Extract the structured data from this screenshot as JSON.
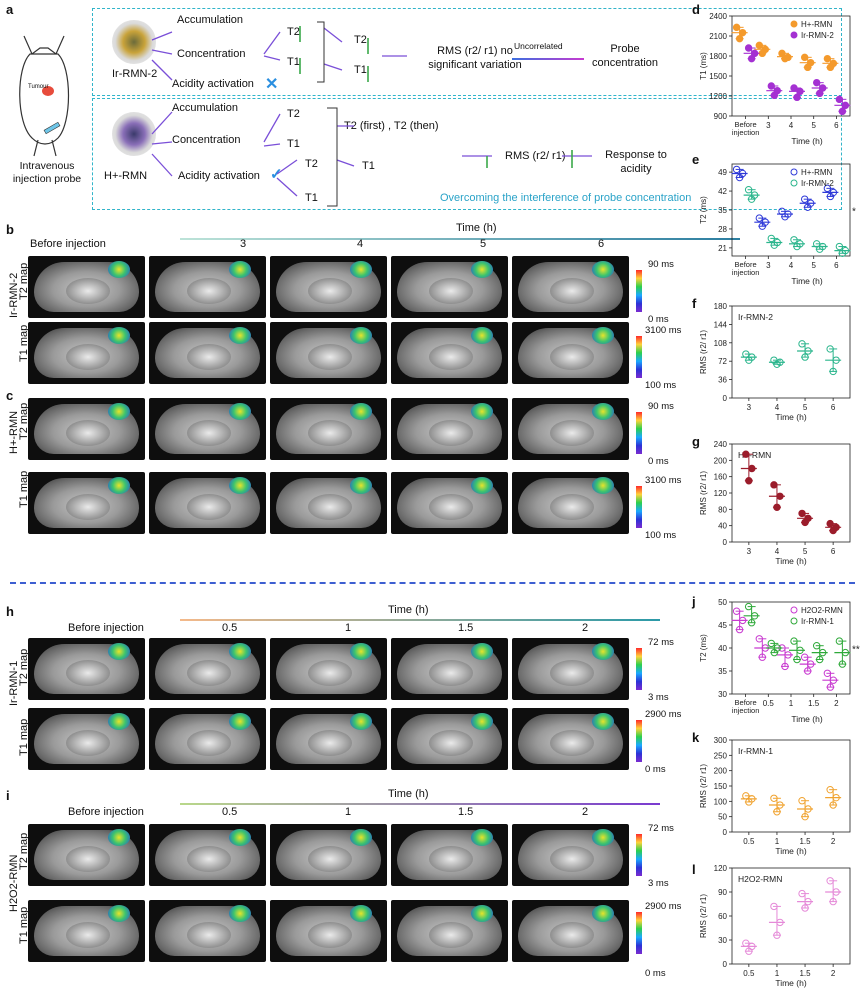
{
  "panels": {
    "a": "a",
    "b": "b",
    "c": "c",
    "d": "d",
    "e": "e",
    "f": "f",
    "g": "g",
    "h": "h",
    "i": "i",
    "j": "j",
    "k": "k",
    "l": "l"
  },
  "schematic": {
    "mouse_labels": {
      "tumour": "Tumour",
      "injection": "Intravenous injection probe"
    },
    "top": {
      "probe": "Ir-RMN-2",
      "accumulation": "Accumulation",
      "concentration": "Concentration",
      "acidity": "Acidity activation",
      "t2": "T2",
      "t1": "T1",
      "rms": "RMS (r2/ r1) no significant variation",
      "uncorrelated": "Uncorrelated",
      "outcome": "Probe concentration"
    },
    "bottom": {
      "probe": "H+-RMN",
      "accumulation": "Accumulation",
      "concentration": "Concentration",
      "acidity": "Acidity activation",
      "t2": "T2",
      "t1": "T1",
      "sequence": "T2 (first) , T2 (then)",
      "rms": "RMS (r2/ r1)",
      "outcome": "Response to acidity",
      "note": "Overcoming the interference of probe concentration"
    },
    "colors": {
      "border": "#31b4c9",
      "note": "#2aa3c8"
    }
  },
  "image_rows": {
    "time_title": "Time (h)",
    "bc_columns": [
      "Before injection",
      "3",
      "4",
      "5",
      "6"
    ],
    "hi_columns": [
      "Before injection",
      "0.5",
      "1",
      "1.5",
      "2"
    ],
    "b_group": "Ir-RMN-2",
    "c_group": "H+-RMN",
    "h_group": "Ir-RMN-1",
    "i_group": "H2O2-RMN",
    "t2_map": "T2 map",
    "t1_map": "T1 map",
    "bc_t2_scale": [
      "90 ms",
      "0 ms"
    ],
    "bc_t1_scale": [
      "3100 ms",
      "100 ms"
    ],
    "hi_t2_scale": [
      "72 ms",
      "3 ms"
    ],
    "hi_t1_scale": [
      "2900 ms",
      "0 ms"
    ]
  },
  "chart_data": [
    {
      "id": "d",
      "type": "scatter",
      "xlabel": "Time (h)",
      "ylabel": "T1 (ms)",
      "categories": [
        "Before injection",
        "3",
        "4",
        "5",
        "6"
      ],
      "ylim": [
        900,
        2400
      ],
      "yticks": [
        900,
        1200,
        1500,
        1800,
        2100,
        2400
      ],
      "series": [
        {
          "name": "H+-RMN",
          "color": "#f49a2c",
          "mean": [
            2150,
            1900,
            1790,
            1700,
            1690
          ],
          "points": [
            [
              2230,
              2150,
              2060
            ],
            [
              1960,
              1900,
              1840
            ],
            [
              1840,
              1780,
              1760
            ],
            [
              1780,
              1700,
              1630
            ],
            [
              1760,
              1690,
              1630
            ]
          ]
        },
        {
          "name": "Ir-RMN-2",
          "color": "#a431d2",
          "mean": [
            1840,
            1280,
            1270,
            1320,
            1060
          ],
          "points": [
            [
              1920,
              1840,
              1760
            ],
            [
              1350,
              1280,
              1210
            ],
            [
              1320,
              1270,
              1180
            ],
            [
              1400,
              1320,
              1240
            ],
            [
              1150,
              1060,
              970
            ]
          ]
        }
      ]
    },
    {
      "id": "e",
      "type": "scatter",
      "xlabel": "Time (h)",
      "ylabel": "T2 (ms)",
      "categories": [
        "Before injection",
        "3",
        "4",
        "5",
        "6"
      ],
      "ylim": [
        18,
        52
      ],
      "yticks": [
        21,
        28,
        35,
        42,
        49
      ],
      "annotation": "*",
      "series": [
        {
          "name": "H+-RMN",
          "color": "#2f3ad8",
          "mean": [
            48.5,
            30.5,
            33.5,
            37.5,
            41.5
          ],
          "points": [
            [
              50,
              48.5,
              47
            ],
            [
              32,
              30.5,
              29
            ],
            [
              34.5,
              33.5,
              32.5
            ],
            [
              39,
              37.5,
              36
            ],
            [
              43,
              41.5,
              40
            ]
          ]
        },
        {
          "name": "Ir-RMN-2",
          "color": "#2ab58c",
          "mean": [
            40.5,
            23,
            22.5,
            21.5,
            20
          ],
          "points": [
            [
              42.5,
              40.5,
              39
            ],
            [
              24.5,
              23,
              22
            ],
            [
              24,
              22.5,
              21.5
            ],
            [
              22.5,
              21.5,
              20.5
            ],
            [
              21.5,
              20,
              19
            ]
          ]
        }
      ]
    },
    {
      "id": "f",
      "type": "scatter",
      "title": "Ir-RMN-2",
      "xlabel": "Time (h)",
      "ylabel": "RMS (r2/ r1)",
      "categories": [
        "3",
        "4",
        "5",
        "6"
      ],
      "ylim": [
        0,
        180
      ],
      "yticks": [
        0,
        36,
        72,
        108,
        144,
        180
      ],
      "series": [
        {
          "name": "Ir-RMN-2",
          "color": "#2ab58c",
          "mean": [
            80,
            70,
            92,
            74
          ],
          "points": [
            [
              86,
              80,
              74
            ],
            [
              74,
              70,
              66
            ],
            [
              106,
              92,
              80
            ],
            [
              96,
              74,
              52
            ]
          ]
        }
      ]
    },
    {
      "id": "g",
      "type": "scatter",
      "title": "H+-RMN",
      "xlabel": "Time (h)",
      "ylabel": "RMS (r2/ r1)",
      "categories": [
        "3",
        "4",
        "5",
        "6"
      ],
      "ylim": [
        0,
        240
      ],
      "yticks": [
        0,
        40,
        80,
        120,
        160,
        200,
        240
      ],
      "series": [
        {
          "name": "H+-RMN",
          "color": "#9b1c2b",
          "mean": [
            180,
            112,
            58,
            36
          ],
          "points": [
            [
              215,
              180,
              150
            ],
            [
              140,
              112,
              85
            ],
            [
              70,
              58,
              48
            ],
            [
              45,
              36,
              28
            ]
          ]
        }
      ]
    },
    {
      "id": "j",
      "type": "scatter",
      "xlabel": "Time (h)",
      "ylabel": "T2 (ms)",
      "categories": [
        "Before injection",
        "0.5",
        "1",
        "1.5",
        "2"
      ],
      "ylim": [
        30,
        50
      ],
      "yticks": [
        30,
        35,
        40,
        45,
        50
      ],
      "annotation": "**",
      "series": [
        {
          "name": "H2O2-RMN",
          "color": "#c83ad0",
          "mean": [
            46,
            40,
            38.5,
            36.5,
            33
          ],
          "points": [
            [
              48,
              46,
              44
            ],
            [
              42,
              40,
              38
            ],
            [
              40,
              38.5,
              36
            ],
            [
              38,
              36.5,
              35
            ],
            [
              34.5,
              33,
              31.5
            ]
          ]
        },
        {
          "name": "Ir-RMN-1",
          "color": "#2fa93a",
          "mean": [
            47,
            40,
            39.5,
            39,
            39
          ],
          "points": [
            [
              49,
              47,
              45.5
            ],
            [
              41,
              40,
              39
            ],
            [
              41.5,
              39.5,
              37.5
            ],
            [
              40.5,
              39,
              37.5
            ],
            [
              41.5,
              39,
              36.5
            ]
          ]
        }
      ]
    },
    {
      "id": "k",
      "type": "scatter",
      "title": "Ir-RMN-1",
      "xlabel": "Time (h)",
      "ylabel": "RMS (r2/ r1)",
      "categories": [
        "0.5",
        "1",
        "1.5",
        "2"
      ],
      "ylim": [
        0,
        300
      ],
      "yticks": [
        0,
        50,
        100,
        150,
        200,
        250,
        300
      ],
      "series": [
        {
          "name": "Ir-RMN-1",
          "color": "#f0a22e",
          "mean": [
            108,
            88,
            75,
            112
          ],
          "points": [
            [
              118,
              108,
              98
            ],
            [
              110,
              88,
              66
            ],
            [
              102,
              75,
              50
            ],
            [
              138,
              112,
              88
            ]
          ]
        }
      ]
    },
    {
      "id": "l",
      "type": "scatter",
      "title": "H2O2-RMN",
      "xlabel": "Time (h)",
      "ylabel": "RMS (r2/ r1)",
      "categories": [
        "0.5",
        "1",
        "1.5",
        "2"
      ],
      "ylim": [
        0,
        120
      ],
      "yticks": [
        0,
        30,
        60,
        90,
        120
      ],
      "series": [
        {
          "name": "H2O2-RMN",
          "color": "#e58ad8",
          "mean": [
            22,
            52,
            78,
            90
          ],
          "points": [
            [
              26,
              22,
              16
            ],
            [
              72,
              52,
              36
            ],
            [
              88,
              78,
              70
            ],
            [
              104,
              90,
              78
            ]
          ]
        }
      ]
    }
  ]
}
